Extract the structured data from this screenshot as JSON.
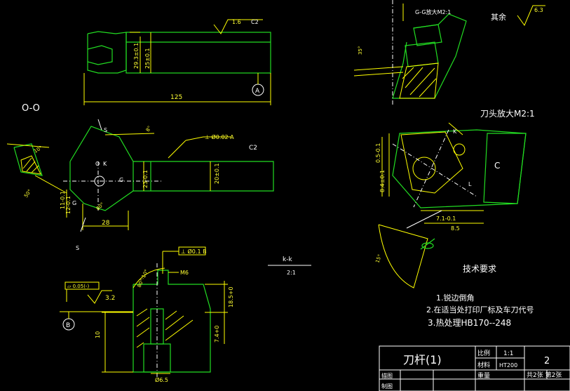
{
  "views": {
    "section_oo": "O-O",
    "section_kk": "k-k",
    "section_kk_scale": "2:1",
    "section_gg": "G-G放大M2:1",
    "head_enlarged": "刀头放大M2:1",
    "label_c_right": "C",
    "label_c2": "C2",
    "label_c2_top": "C2"
  },
  "dimensions": {
    "top_len": "125",
    "top_h1": "25±0.1",
    "top_h2": "29.3±0.1",
    "mid_w": "28",
    "mid_h1": "20±0.1",
    "mid_h2": "23-0.1",
    "mid_h3": "12-0.1",
    "mid_h4": "11-0.1",
    "bot_w1": "10",
    "bot_d": "Ø6.5",
    "bot_m": "M6",
    "bot_h1": "18.5+0",
    "bot_h2": "7.4+0",
    "right_d1": "7.1-0.1",
    "right_d2": "8.5",
    "right_a": "8.4±0.1",
    "right_b": "0.5-0.1",
    "ang_1": "10°",
    "ang_2": "50°",
    "ang_3": "80°",
    "ang_4": "8°",
    "ang_5": "80°-10°",
    "ang_6": "15°",
    "ang_7": "35°"
  },
  "tolerances": {
    "perp_mid": "⊥ Ø0.02 A",
    "perp_bot": "⊥ Ø0.1 B",
    "flat_bot": "▱ 0.05(-)",
    "datum_a": "A",
    "datum_b": "B"
  },
  "roughness": {
    "top": "1.6",
    "bot": "3.2",
    "rest_label": "其余",
    "rest_value": "6.3"
  },
  "section_labels": {
    "s_top": "S",
    "s_bot": "S",
    "g_left": "G",
    "g_right": "G",
    "o_mark": "O",
    "k_mark": "K",
    "k_right": "K",
    "l_right": "L"
  },
  "tech_req": {
    "title": "技术要求",
    "items": [
      "1.锐边倒角",
      "2.在适当处打印厂标及车刀代号",
      "3.热处理HB170--248"
    ]
  },
  "title_block": {
    "part_name": "刀杆(1)",
    "scale_label": "比例",
    "scale_value": "1:1",
    "material_label": "材料",
    "material_value": "HT200",
    "drawing_no": "2",
    "sheet_info": "共2张 第2张",
    "drawn_label": "制图",
    "checked_label": "描图",
    "weight_label": "重量"
  }
}
